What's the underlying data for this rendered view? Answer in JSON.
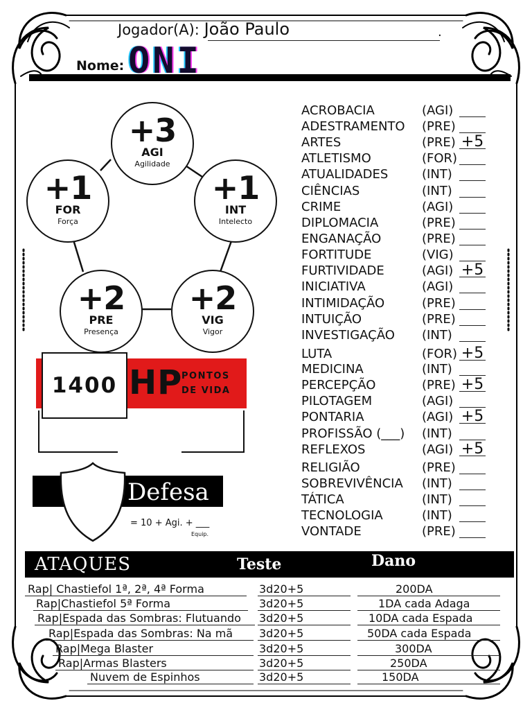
{
  "header": {
    "player_label": "Jogador(A):",
    "player_name": "João Paulo",
    "player_line_end": ".",
    "name_label": "Nome:",
    "character_name": "ONI",
    "name_colors": {
      "fill": "#140c2e",
      "glitch_pink": "#ff3df2",
      "glitch_cyan": "#22c6ff"
    }
  },
  "attributes": {
    "agi": {
      "value": "+3",
      "abbr": "AGI",
      "full": "Agilidade"
    },
    "for": {
      "value": "+1",
      "abbr": "FOR",
      "full": "Força"
    },
    "int": {
      "value": "+1",
      "abbr": "INT",
      "full": "Intelecto"
    },
    "pre": {
      "value": "+2",
      "abbr": "PRE",
      "full": "Presença"
    },
    "vig": {
      "value": "+2",
      "abbr": "VIG",
      "full": "Vigor"
    }
  },
  "hp": {
    "value": "1400",
    "label": "HP",
    "sub1": "PONTOS",
    "sub2": "DE VIDA",
    "accent_color": "#e11a1a"
  },
  "defense": {
    "label": "Defesa",
    "formula": "= 10 + Agi. + ___",
    "equip": "Equip."
  },
  "skills": [
    {
      "name": "ACROBACIA",
      "attr": "(AGI)",
      "value": ""
    },
    {
      "name": "ADESTRAMENTO",
      "attr": "(PRE)",
      "value": ""
    },
    {
      "name": "ARTES",
      "attr": "(PRE)",
      "value": "+5"
    },
    {
      "name": "ATLETISMO",
      "attr": "(FOR)",
      "value": ""
    },
    {
      "name": "ATUALIDADES",
      "attr": "(INT)",
      "value": ""
    },
    {
      "name": "CIÊNCIAS",
      "attr": "(INT)",
      "value": ""
    },
    {
      "name": "CRIME",
      "attr": "(AGI)",
      "value": ""
    },
    {
      "name": "DIPLOMACIA",
      "attr": "(PRE)",
      "value": ""
    },
    {
      "name": "ENGANAÇÃO",
      "attr": "(PRE)",
      "value": ""
    },
    {
      "name": "FORTITUDE",
      "attr": "(VIG)",
      "value": ""
    },
    {
      "name": "FURTIVIDADE",
      "attr": "(AGI)",
      "value": "+5"
    },
    {
      "name": "INICIATIVA",
      "attr": "(AGI)",
      "value": ""
    },
    {
      "name": "INTIMIDAÇÃO",
      "attr": "(PRE)",
      "value": ""
    },
    {
      "name": "INTUIÇÃO",
      "attr": "(PRE)",
      "value": ""
    },
    {
      "name": "INVESTIGAÇÃO",
      "attr": "(INT)",
      "value": ""
    },
    {
      "name": "LUTA",
      "attr": "(FOR)",
      "value": "+5"
    },
    {
      "name": "MEDICINA",
      "attr": "(INT)",
      "value": ""
    },
    {
      "name": "PERCEPÇÃO",
      "attr": "(PRE)",
      "value": "+5"
    },
    {
      "name": "PILOTAGEM",
      "attr": "(AGI)",
      "value": ""
    },
    {
      "name": "PONTARIA",
      "attr": "(AGI)",
      "value": "+5"
    },
    {
      "name": "PROFISSÃO (___)",
      "attr": "(INT)",
      "value": ""
    },
    {
      "name": "REFLEXOS",
      "attr": "(AGI)",
      "value": "+5"
    },
    {
      "name": "RELIGIÃO",
      "attr": "(PRE)",
      "value": ""
    },
    {
      "name": "SOBREVIVÊNCIA",
      "attr": "(INT)",
      "value": ""
    },
    {
      "name": "TÁTICA",
      "attr": "(INT)",
      "value": ""
    },
    {
      "name": "TECNOLOGIA",
      "attr": "(INT)",
      "value": ""
    },
    {
      "name": "VONTADE",
      "attr": "(PRE)",
      "value": ""
    }
  ],
  "attacks": {
    "title": "ATAQUES",
    "test_header": "Teste",
    "damage_header": "Dano",
    "rows": [
      {
        "name": "Rap| Chastiefol 1ª, 2ª, 4ª Forma",
        "test": "3d20+5",
        "damage": "200DA"
      },
      {
        "name": "Rap|Chastiefol 5ª Forma",
        "test": "3d20+5",
        "damage": "1DA cada Adaga"
      },
      {
        "name": "Rap|Espada das Sombras: Flutuando",
        "test": "3d20+5",
        "damage": "10DA cada Espada"
      },
      {
        "name": "Rap|Espada das Sombras: Na mã",
        "test": "3d20+5",
        "damage": "50DA cada Espada"
      },
      {
        "name": "Rap|Mega Blaster",
        "test": "3d20+5",
        "damage": "300DA"
      },
      {
        "name": "Rap|Armas Blasters",
        "test": "3d20+5",
        "damage": "250DA"
      },
      {
        "name": "Nuvem de Espinhos",
        "test": "3d20+5",
        "damage": "150DA"
      }
    ]
  }
}
